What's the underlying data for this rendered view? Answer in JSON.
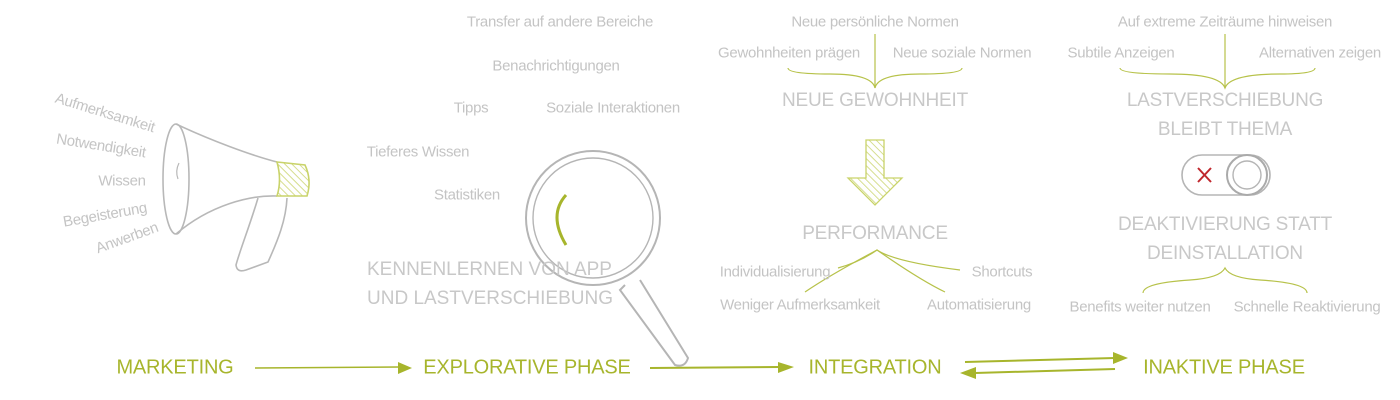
{
  "colors": {
    "text": "#c4c4c4",
    "accent": "#a7b52c",
    "cross": "#c0272d"
  },
  "marketing": {
    "phase_label": "MARKETING",
    "words": [
      "Aufmerksamkeit",
      "Notwendigkeit",
      "Wissen",
      "Begeisterung",
      "Anwerben"
    ]
  },
  "explorative": {
    "phase_label": "EXPLORATIVE PHASE",
    "items": [
      "Transfer auf andere Bereiche",
      "Benachrichtigungen",
      "Tipps",
      "Soziale Interaktionen",
      "Tieferes Wissen",
      "Statistiken"
    ],
    "title_line1": "KENNENLERNEN VON APP",
    "title_line2": "UND LASTVERSCHIEBUNG"
  },
  "integration": {
    "phase_label": "INTEGRATION",
    "top_items": [
      "Neue persönliche Normen",
      "Gewohnheiten prägen",
      "Neue soziale Normen"
    ],
    "habit_title": "NEUE GEWOHNHEIT",
    "performance_title": "PERFORMANCE",
    "bottom_items": [
      "Individualisierung",
      "Shortcuts",
      "Weniger Aufmerksamkeit",
      "Automatisierung"
    ]
  },
  "inactive": {
    "phase_label": "INAKTIVE PHASE",
    "top_items": [
      "Auf extreme Zeiträume hinweisen",
      "Subtile Anzeigen",
      "Alternativen zeigen"
    ],
    "shift_title_line1": "LASTVERSCHIEBUNG",
    "shift_title_line2": "BLEIBT THEMA",
    "deact_title_line1": "DEAKTIVIERUNG STATT",
    "deact_title_line2": "DEINSTALLATION",
    "bottom_items": [
      "Benefits weiter nutzen",
      "Schnelle Reaktivierung"
    ]
  }
}
